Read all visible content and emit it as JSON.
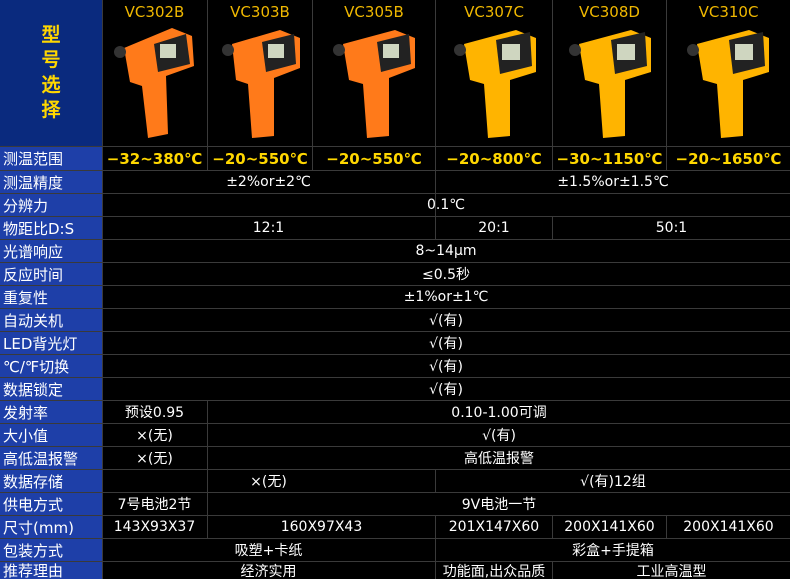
{
  "side_label": [
    "型",
    "号",
    "选",
    "择"
  ],
  "models": [
    "VC302B",
    "VC303B",
    "VC305B",
    "VC307C",
    "VC308D",
    "VC310C"
  ],
  "ranges": [
    "−32~380℃",
    "−20~550℃",
    "−20~550℃",
    "−20~800℃",
    "−30~1150℃",
    "−20~1650℃"
  ],
  "labels": {
    "range": "测温范围",
    "accuracy": "测温精度",
    "resolution": "分辨力",
    "ds": "物距比D:S",
    "spectral": "光谱响应",
    "response": "反应时间",
    "repeat": "重复性",
    "autooff": "自动关机",
    "led": "LED背光灯",
    "cf": "℃/℉切换",
    "hold": "数据锁定",
    "emissivity": "发射率",
    "maxmin": "大小值",
    "alarm": "高低温报警",
    "storage": "数据存储",
    "power": "供电方式",
    "size": "尺寸(mm)",
    "package": "包装方式",
    "reason": "推荐理由"
  },
  "values": {
    "accuracy_a": "±2%or±2℃",
    "accuracy_b": "±1.5%or±1.5℃",
    "resolution": "0.1℃",
    "ds_a": "12:1",
    "ds_b": "20:1",
    "ds_c": "50:1",
    "spectral": "8~14μm",
    "response": "≤0.5秒",
    "repeat": "±1%or±1℃",
    "autooff": "√(有)",
    "led": "√(有)",
    "cf": "√(有)",
    "hold": "√(有)",
    "emissivity_a": "预设0.95",
    "emissivity_b": "0.10-1.00可调",
    "maxmin_a": "×(无)",
    "maxmin_b": "√(有)",
    "alarm_a": "×(无)",
    "alarm_b": "高低温报警",
    "storage_a": "×(无)",
    "storage_b": "√(有)12组",
    "power_a": "7号电池2节",
    "power_b": "9V电池一节",
    "size_a": "143X93X37",
    "size_b": "160X97X43",
    "size_c": "201X147X60",
    "size_d": "200X141X60",
    "size_e": "200X141X60",
    "package_a": "吸塑+卡纸",
    "package_b": "彩盒+手提箱",
    "reason_a": "经济实用",
    "reason_b": "功能面,出众品质",
    "reason_c": "工业高温型"
  },
  "colors": {
    "label_bg": "#1e3fa8",
    "range_text": "#ffd700",
    "model_text": "#f0b800",
    "gun_orange": "#ff7a1a",
    "gun_yellow": "#ffb400"
  }
}
